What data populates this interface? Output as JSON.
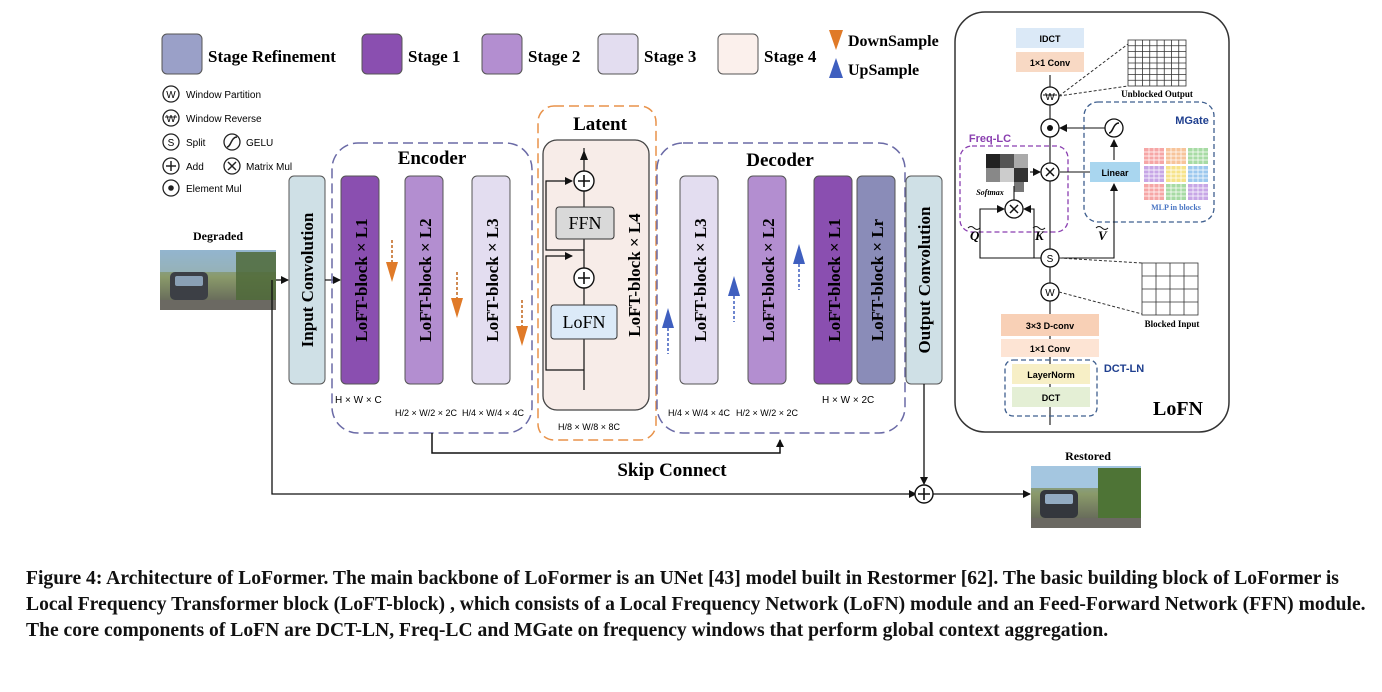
{
  "legend": {
    "stage_refinement": "Stage Refinement",
    "stage1": "Stage 1",
    "stage2": "Stage 2",
    "stage3": "Stage 3",
    "stage4": "Stage 4",
    "downsample": "DownSample",
    "upsample": "UpSample"
  },
  "symbols": {
    "window_partition": "Window Partition",
    "window_reverse": "Window Reverse",
    "split": "Split",
    "gelu": "GELU",
    "add": "Add",
    "matrix_mul": "Matrix Mul",
    "element_mul": "Element Mul",
    "glyph_w": "W",
    "glyph_s": "S"
  },
  "main": {
    "degraded": "Degraded",
    "restored": "Restored",
    "input_conv": "Input Convolution",
    "output_conv": "Output Convolution",
    "encoder": "Encoder",
    "decoder": "Decoder",
    "latent": "Latent",
    "skip": "Skip Connect",
    "ffn": "FFN",
    "lofn": "LoFN",
    "enc_blocks": [
      "LoFT-block × L1",
      "LoFT-block × L2",
      "LoFT-block × L3"
    ],
    "latent_block": "LoFT-block × L4",
    "dec_blocks": [
      "LoFT-block × L3",
      "LoFT-block × L2",
      "LoFT-block × L1",
      "LoFT-block × Lr"
    ],
    "dims": {
      "enc1": "H × W × C",
      "enc2": "H/2 × W/2 × 2C",
      "enc3": "H/4 × W/4 × 4C",
      "lat": "H/8 × W/8 × 8C",
      "dec3": "H/4 × W/4 × 4C",
      "dec2": "H/2 × W/2 × 2C",
      "dec1": "H × W × 2C"
    }
  },
  "lofn_panel": {
    "title": "LoFN",
    "idct": "IDCT",
    "conv1x1_top": "1×1 Conv",
    "unblocked_output": "Unblocked Output",
    "mgate": "MGate",
    "freq_lc": "Freq-LC",
    "softmax": "Softmax",
    "linear": "Linear",
    "mlp_in_blocks": "MLP in blocks",
    "q": "Q",
    "k": "K",
    "v": "V",
    "blocked_input": "Blocked Input",
    "dconv": "3×3 D-conv",
    "conv1x1_bottom": "1×1 Conv",
    "layernorm": "LayerNorm",
    "dct": "DCT",
    "dct_ln": "DCT-LN"
  },
  "caption": "Figure 4: Architecture of LoFormer. The main backbone of LoFormer is an UNet [43] model built in Restormer [62]. The basic building block of LoFormer is Local Frequency Transformer block (LoFT-block) , which consists of a Local Frequency Network (LoFN) module and an Feed-Forward Network (FFN) module. The core components of LoFN are DCT-LN, Freq-LC and MGate on frequency windows that perform global context aggregation."
}
